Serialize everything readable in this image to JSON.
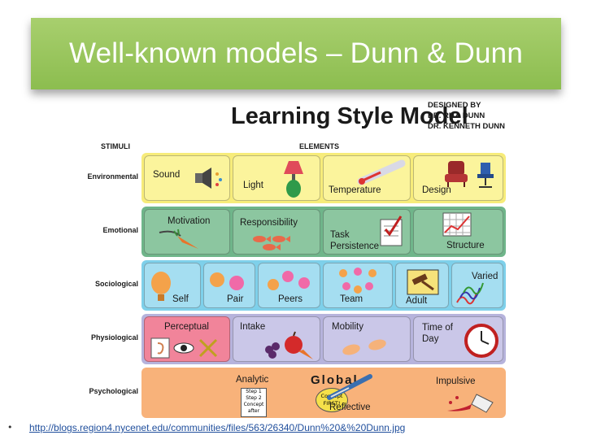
{
  "slide": {
    "title": "Well-known models – Dunn & Dunn"
  },
  "model": {
    "title": "Learning Style Model",
    "designers": [
      "DESIGNED BY",
      "DR. RITA DUNN",
      "DR. KENNETH DUNN"
    ],
    "stimuli_header": "STIMULI",
    "elements_header": "ELEMENTS",
    "rows": [
      {
        "stimulus": "Environmental",
        "elements": [
          "Sound",
          "Light",
          "Temperature",
          "Design"
        ]
      },
      {
        "stimulus": "Emotional",
        "elements": [
          "Motivation",
          "Responsibility",
          "Task Persistence",
          "Structure"
        ]
      },
      {
        "stimulus": "Sociological",
        "elements": [
          "Self",
          "Pair",
          "Peers",
          "Team",
          "Adult",
          "Varied"
        ]
      },
      {
        "stimulus": "Physiological",
        "elements": [
          "Perceptual",
          "Intake",
          "Mobility",
          "Time of Day"
        ]
      },
      {
        "stimulus": "Psychological",
        "elements": [
          "Analytic",
          "Global",
          "Reflective",
          "Impulsive"
        ]
      }
    ],
    "analytic_steps": [
      "Step 1",
      "Step 2",
      "Concept after"
    ],
    "global_badge": [
      "Concept",
      "FIRST!"
    ]
  },
  "footer": {
    "bullet": "•",
    "link": "http://blogs.region4.nycenet.edu/communities/files/563/26340/Dunn%20&%20Dunn.jpg"
  },
  "colors": {
    "title_bar": "#8cbd4f",
    "environmental": "#f7ec7a",
    "emotional": "#6fb58a",
    "sociological": "#7ed0ea",
    "physiological": "#b6b3dc",
    "psychological": "#f8b27a",
    "link": "#1f4e9c"
  }
}
